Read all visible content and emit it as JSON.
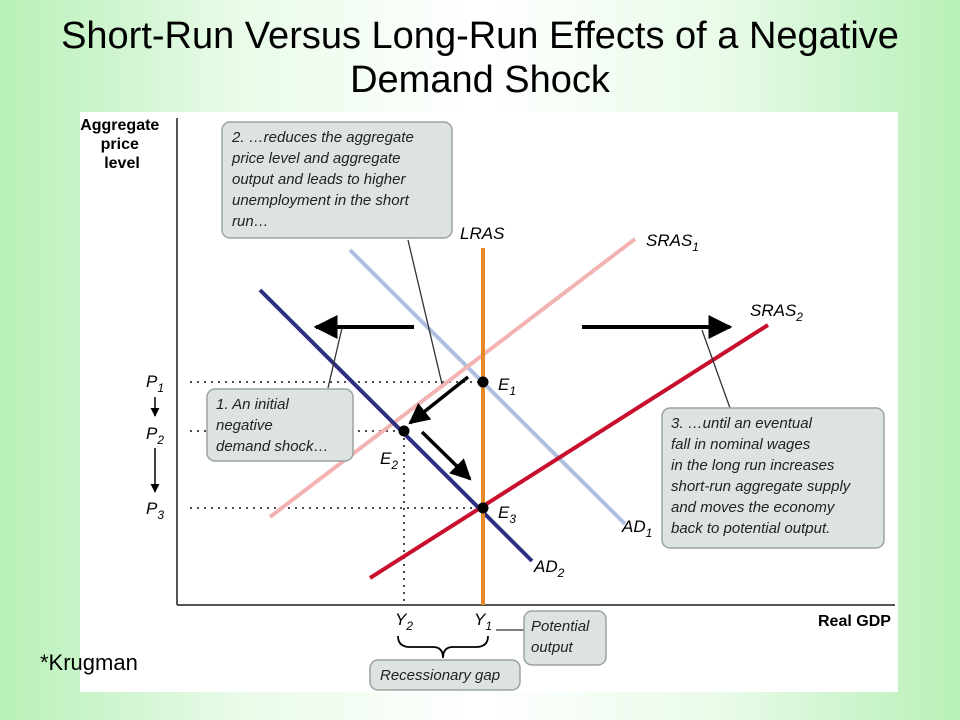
{
  "slide": {
    "title_line1": "Short-Run Versus Long-Run Effects of a Negative",
    "title_line2": "Demand Shock",
    "source": "*Krugman"
  },
  "axes": {
    "y_label_line1": "Aggregate",
    "y_label_line2": "price",
    "y_label_line3": "level",
    "x_label": "Real GDP"
  },
  "curves": {
    "lras": "LRAS",
    "sras1": {
      "base": "SRAS",
      "sub": "1"
    },
    "sras2": {
      "base": "SRAS",
      "sub": "2"
    },
    "ad1": {
      "base": "AD",
      "sub": "1"
    },
    "ad2": {
      "base": "AD",
      "sub": "2"
    }
  },
  "points": {
    "e1": {
      "base": "E",
      "sub": "1"
    },
    "e2": {
      "base": "E",
      "sub": "2"
    },
    "e3": {
      "base": "E",
      "sub": "3"
    }
  },
  "price_ticks": {
    "p1": {
      "base": "P",
      "sub": "1"
    },
    "p2": {
      "base": "P",
      "sub": "2"
    },
    "p3": {
      "base": "P",
      "sub": "3"
    }
  },
  "output_ticks": {
    "y1": {
      "base": "Y",
      "sub": "1"
    },
    "y2": {
      "base": "Y",
      "sub": "2"
    }
  },
  "callouts": {
    "step2": [
      "2. …reduces the aggregate",
      "price level and aggregate",
      "output and leads to higher",
      "unemployment in the short",
      "run…"
    ],
    "step1": [
      "1. An initial",
      "negative",
      "demand shock…"
    ],
    "step3": [
      "3. …until an eventual",
      "fall in nominal wages",
      "in the long run increases",
      "short-run aggregate supply",
      "and moves the economy",
      "back to potential output."
    ],
    "potential": [
      "Potential",
      "output"
    ],
    "gap": "Recessionary gap"
  },
  "colors": {
    "lras": "#e8892a",
    "sras1": "#f2b3b3",
    "sras2": "#c8102e",
    "ad1": "#aebfe0",
    "ad2": "#2e2f80",
    "callout_fill": "#dde3e0",
    "callout_stroke": "#9aa39f"
  }
}
